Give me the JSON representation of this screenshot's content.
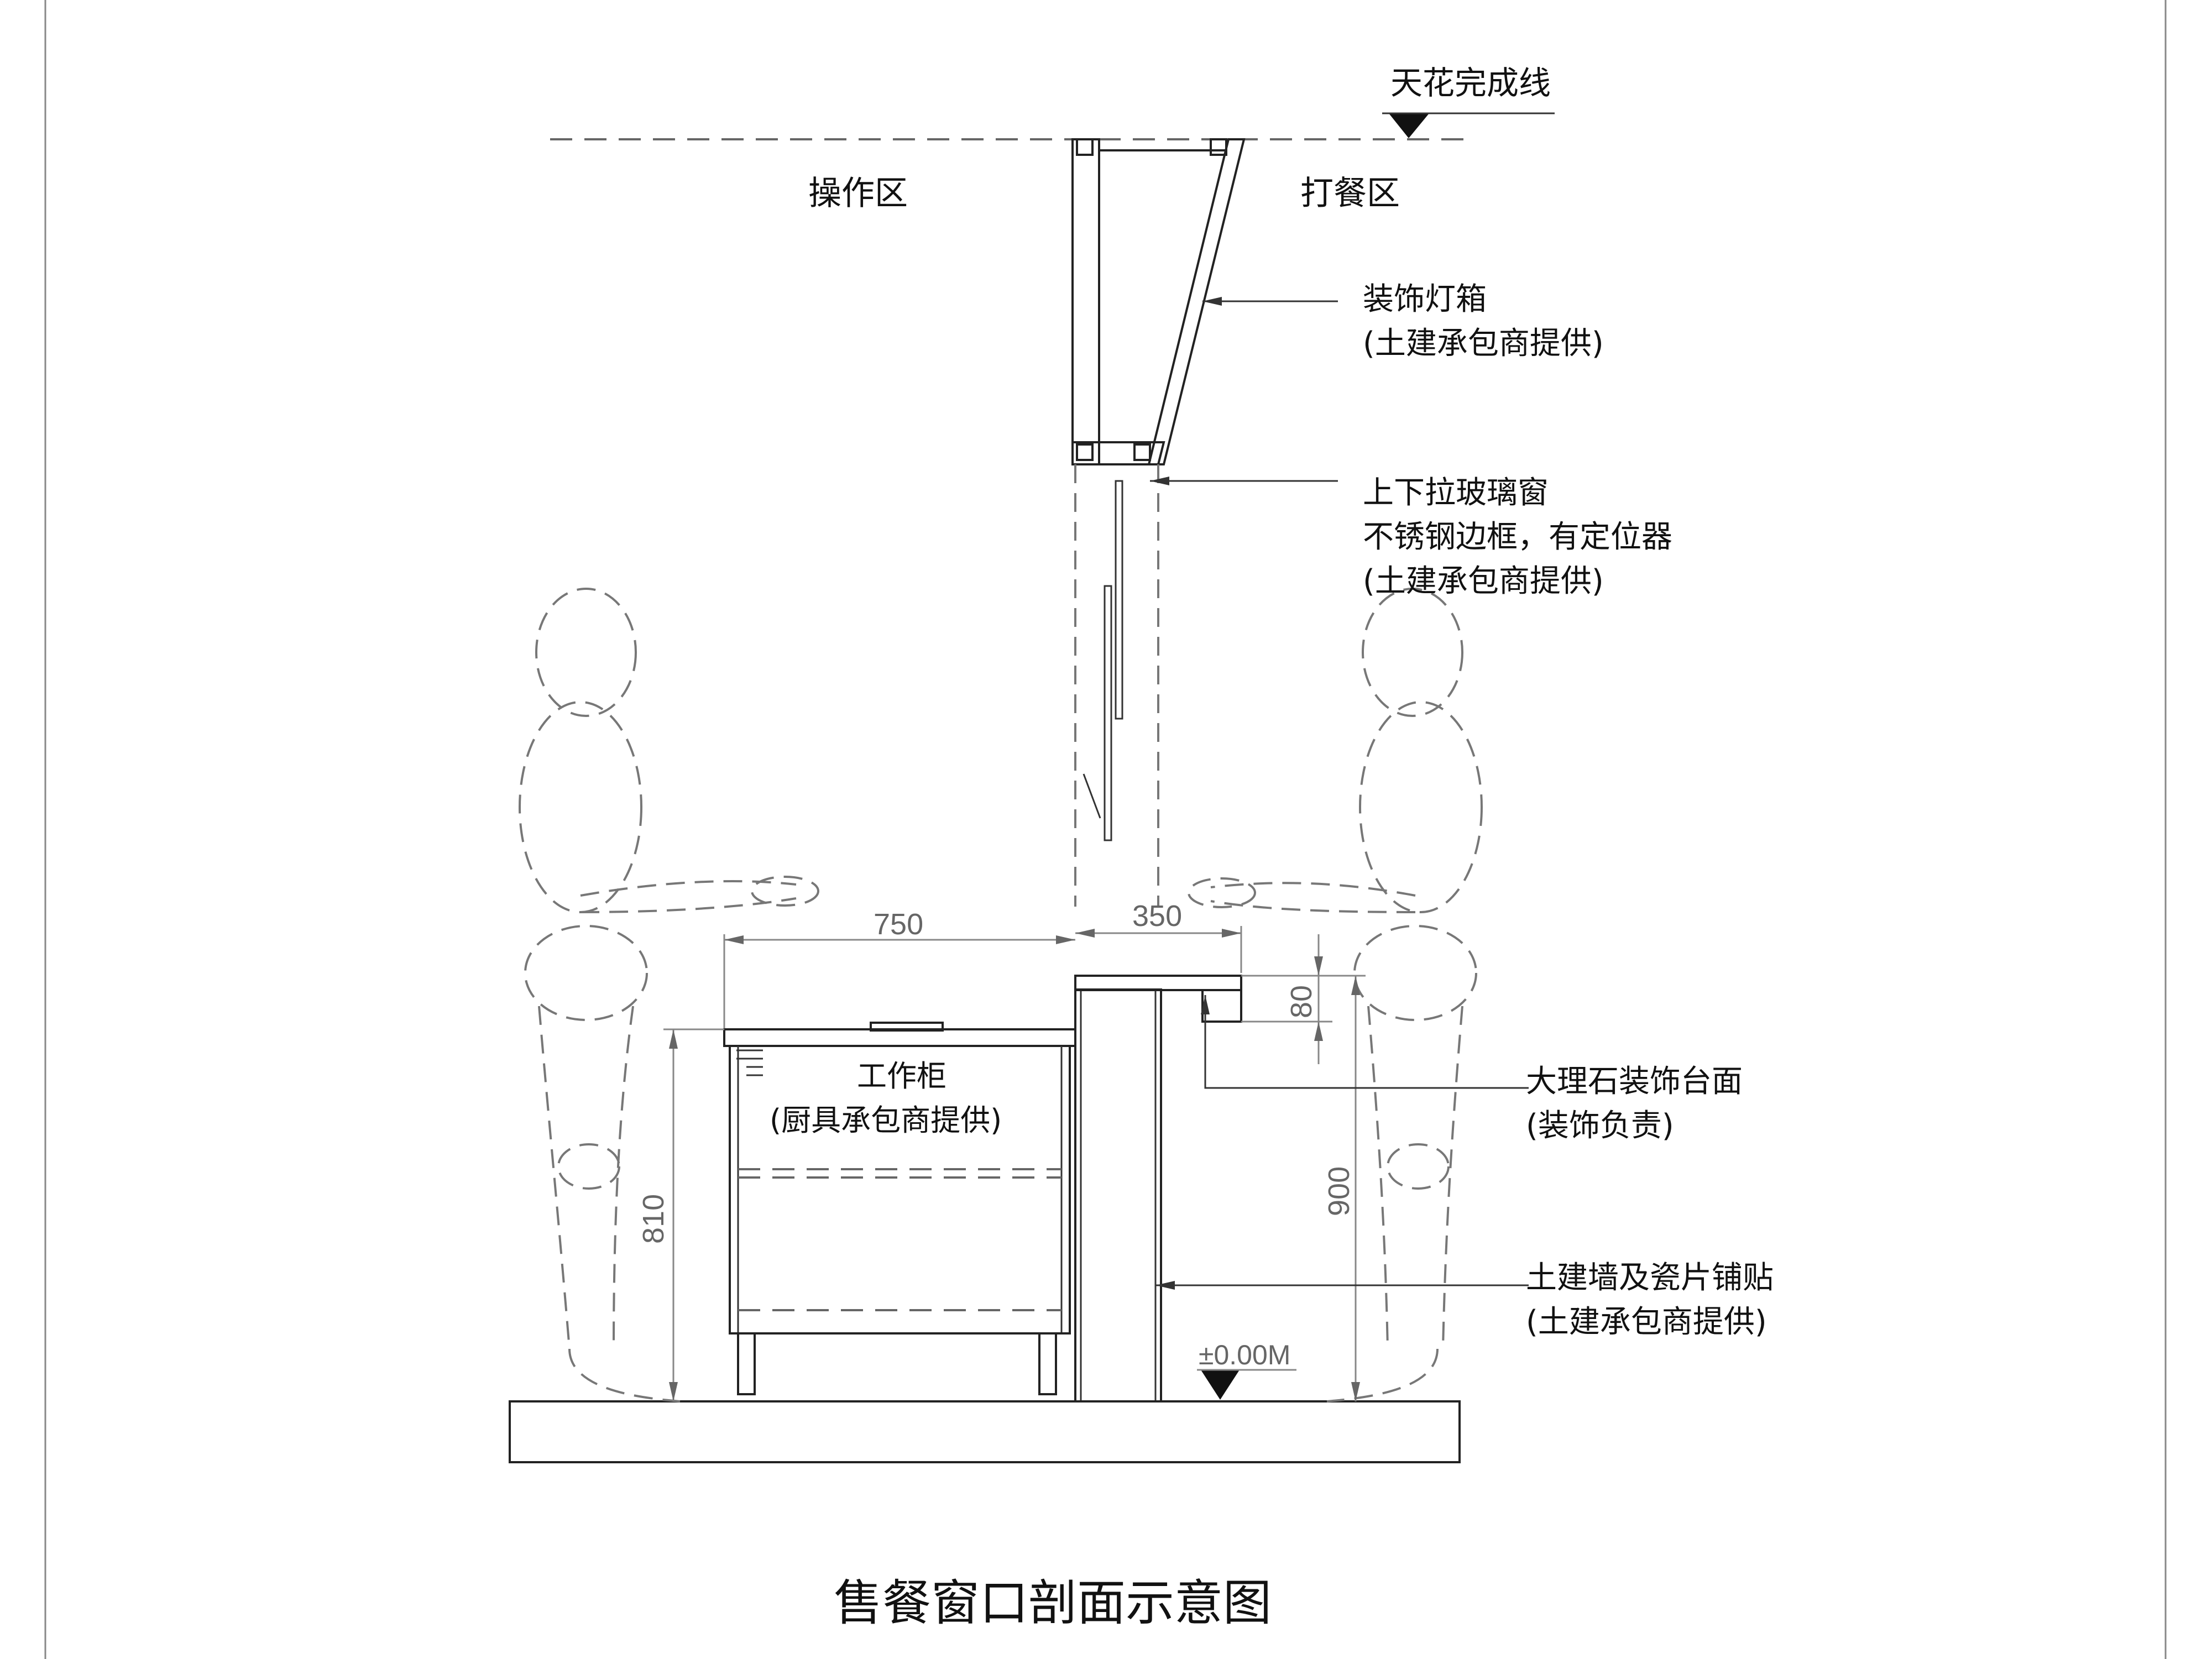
{
  "zones": {
    "operation": "操作区",
    "dining": "打餐区"
  },
  "ceiling": {
    "label": "天花完成线"
  },
  "floor": {
    "level": "±0.00M"
  },
  "callouts": {
    "lightbox": [
      "装饰灯箱",
      "(土建承包商提供)"
    ],
    "window": [
      "上下拉玻璃窗",
      "不锈钢边框，有定位器",
      "(土建承包商提供)"
    ],
    "marble": [
      "大理石装饰台面",
      "(装饰负责)"
    ],
    "wall": [
      "土建墙及瓷片铺贴",
      "(土建承包商提供)"
    ]
  },
  "cabinet": {
    "label": "工作柜",
    "note": "(厨具承包商提供)"
  },
  "dimensions": {
    "cabinet_depth": "750",
    "counter_depth": "350",
    "cabinet_height": "810",
    "counter_height": "900",
    "counter_thickness": "80"
  },
  "drawing_title": "售餐窗口剖面示意图"
}
